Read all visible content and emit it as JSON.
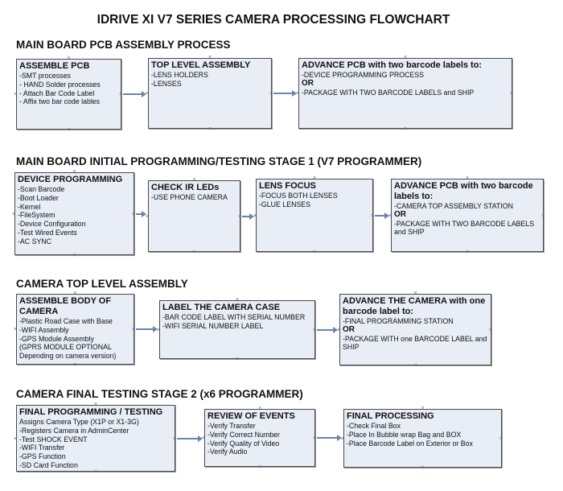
{
  "title": "IDRIVE XI V7 SERIES CAMERA PROCESSING FLOWCHART",
  "sections": [
    {
      "title": "MAIN BOARD PCB ASSEMBLY PROCESS",
      "boxes": [
        {
          "title": "ASSEMBLE PCB",
          "lines": [
            " -SMT processes",
            "- HAND Solder processes",
            "- Attach Bar Code Label",
            "- Affix two bar code lables"
          ]
        },
        {
          "title": "TOP LEVEL ASSEMBLY",
          "lines": [
            "-LENS HOLDERS",
            "-LENSES"
          ]
        },
        {
          "title": "ADVANCE PCB with two barcode labels to:",
          "lines": [
            "-DEVICE PROGRAMMING PROCESS",
            "OR",
            "-PACKAGE WITH TWO BARCODE LABELS and SHIP"
          ]
        }
      ]
    },
    {
      "title": "MAIN BOARD INITIAL PROGRAMMING/TESTING STAGE 1 (V7 PROGRAMMER)",
      "boxes": [
        {
          "title": "DEVICE PROGRAMMING",
          "lines": [
            "-Scan Barcode",
            "-Boot Loader",
            "-Kernel",
            "-FileSystem",
            "-Device Configuration",
            "-Test Wired Events",
            "-AC SYNC"
          ]
        },
        {
          "title": "CHECK IR LEDs",
          "lines": [
            "-USE PHONE CAMERA"
          ]
        },
        {
          "title": "LENS FOCUS",
          "lines": [
            "-FOCUS BOTH LENSES",
            "-GLUE LENSES"
          ]
        },
        {
          "title": "ADVANCE PCB with two barcode labels to:",
          "lines": [
            "-CAMERA TOP ASSEMBLY STATION",
            "OR",
            "-PACKAGE WITH TWO BARCODE LABELS and SHIP"
          ]
        }
      ]
    },
    {
      "title": "CAMERA TOP LEVEL ASSEMBLY",
      "boxes": [
        {
          "title": "ASSEMBLE BODY OF CAMERA",
          "lines": [
            "-Plastic Road Case with Base",
            "-WIFI Assembly",
            "-GPS Module Assembly",
            "(GPRS MODULE OPTIONAL Depending on camera version)"
          ]
        },
        {
          "title": "LABEL THE CAMERA CASE",
          "lines": [
            "-BAR CODE LABEL WITH SERIAL NUMBER",
            "-WIFI SERIAL NUMBER LABEL"
          ]
        },
        {
          "title": "ADVANCE THE CAMERA with one barcode label to:",
          "lines": [
            "-FINAL PROGRAMMING STATION",
            "OR",
            "-PACKAGE WITH one BARCODE LABEL and SHIP"
          ]
        }
      ]
    },
    {
      "title": "CAMERA FINAL TESTING STAGE 2 (x6 PROGRAMMER)",
      "boxes": [
        {
          "title": "FINAL PROGRAMMING / TESTING",
          "lines": [
            "Assigns Camera Type (X1P or X1-3G)",
            "-Registers Camera in AdminCenter",
            "-Test SHOCK EVENT",
            "-WIFI Transfer",
            "-GPS Function",
            "-SD Card Function"
          ]
        },
        {
          "title": "REVIEW OF EVENTS",
          "lines": [
            "-Verify Transfer",
            "-Verify Correct Number",
            "-Verify Quality of Video",
            "-Verify Audio"
          ]
        },
        {
          "title": "FINAL PROCESSING",
          "lines": [
            " -Check Final Box",
            "-Place In Bubble wrap Bag and BOX",
            "-Place Barcode Label on Exterior or Box"
          ]
        }
      ]
    }
  ]
}
